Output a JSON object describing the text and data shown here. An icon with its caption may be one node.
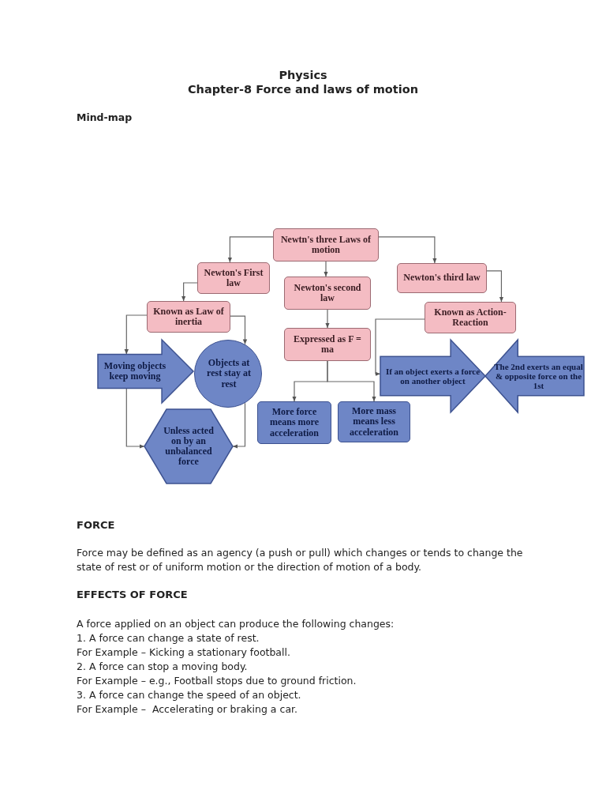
{
  "diagram": {
    "title": "Physics",
    "nodes": [
      {
        "text": [
          "Newtn's three Laws of motion"
        ]
      },
      {
        "text": [
          "Newton's First law"
        ]
      },
      {
        "text": [
          "Newton's second law"
        ]
      },
      {
        "text": [
          "Newton's third law"
        ]
      },
      {
        "text": [
          "Known as Law of inertia"
        ]
      },
      {
        "text": [
          "Expressed as F = ma"
        ]
      },
      {
        "text": [
          "Known as Action-Reaction"
        ]
      },
      {
        "text": [
          "Moving objects keep moving"
        ]
      },
      {
        "text": [
          "Objects at rest stay at rest"
        ]
      },
      {
        "text": [
          "If an object exerts a force on another object"
        ]
      },
      {
        "text": [
          "The 2nd exerts an equal & opposite force on the 1st"
        ]
      },
      {
        "text": [
          "More force means more acceleration"
        ]
      },
      {
        "text": [
          "More mass means less acceleration"
        ]
      },
      {
        "text": [
          "Unless acted on by an unbalanced force"
        ]
      }
    ],
    "edges": [
      {
        "from": 0,
        "to": 1,
        "arrow": "to"
      },
      {
        "from": 0,
        "to": 2,
        "arrow": "to"
      },
      {
        "from": 0,
        "to": 3,
        "arrow": "to"
      },
      {
        "from": 1,
        "to": 4,
        "arrow": "to"
      },
      {
        "from": 3,
        "to": 6,
        "arrow": "to"
      },
      {
        "from": 2,
        "to": 5,
        "arrow": "to"
      },
      {
        "from": 4,
        "to": 7,
        "arrow": "to"
      },
      {
        "from": 4,
        "to": 8,
        "arrow": "to"
      },
      {
        "from": 5,
        "to": 11,
        "arrow": "to"
      },
      {
        "from": 5,
        "to": 12,
        "arrow": "to"
      },
      {
        "from": 6,
        "to": 9,
        "arrow": "to"
      },
      {
        "from": 7,
        "to": 13,
        "arrow": "to"
      },
      {
        "from": 8,
        "to": 13,
        "arrow": "to"
      }
    ],
    "labels": [
      "Chapter-8 Force and laws of motion",
      "Mind-map",
      "FORCE",
      "Force may be defined as an agency (a push or pull) which changes or tends to change the state of rest or of uniform motion or the direction of motion of a body.",
      "EFFECTS OF FORCE",
      "A force applied on an object can produce the following changes:",
      "1. A force can change a state of rest.",
      "For Example – Kicking a stationary football.",
      "2. A force can stop a moving body.",
      "For Example – e.g., Football stops due to ground friction.",
      "3. A force can change the speed of an object.",
      "For Example –  Accelerating or braking a car."
    ]
  }
}
